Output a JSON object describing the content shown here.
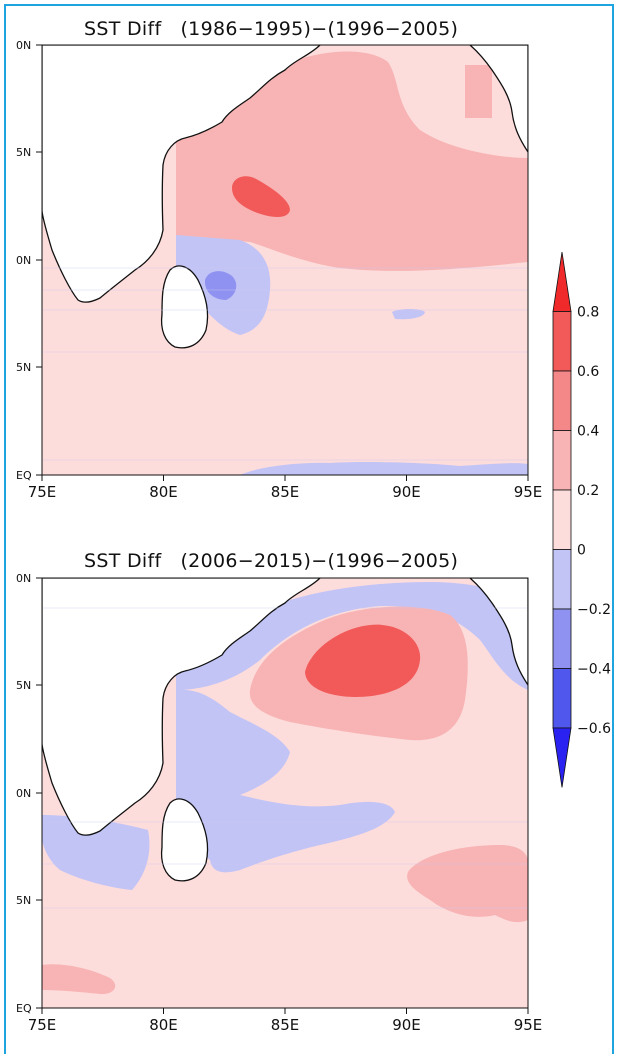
{
  "panels": [
    {
      "title": "SST Diff   (1986−1995)−(1996−2005)",
      "x_ticks": [
        "75E",
        "80E",
        "85E",
        "90E",
        "95E"
      ],
      "y_ticks": [
        "0N",
        "5N",
        "0N",
        "5N",
        "EQ"
      ]
    },
    {
      "title": "SST Diff   (2006−2015)−(1996−2005)",
      "x_ticks": [
        "75E",
        "80E",
        "85E",
        "90E",
        "95E"
      ],
      "y_ticks": [
        "0N",
        "5N",
        "0N",
        "5N",
        "EQ"
      ]
    }
  ],
  "colorbar": {
    "labels": [
      "0.8",
      "0.6",
      "0.4",
      "0.2",
      "0",
      "−0.2",
      "−0.4",
      "−0.6"
    ],
    "colors": [
      "#f02a2a",
      "#f25a5a",
      "#f48888",
      "#f8b4b4",
      "#fddcdc",
      "#c2c4f6",
      "#8f92f0",
      "#5057ec",
      "#2a22f0"
    ]
  },
  "colors": {
    "frame": "#1ea5e0",
    "land": "#ffffff",
    "coast": "#111111",
    "pos_light": "#fddcdc",
    "pos_mid": "#f8b4b4",
    "pos_strong": "#f4888a",
    "pos_max": "#f25a5a",
    "neg_light": "#c2c4f6",
    "neg_mid": "#8f92f0"
  }
}
